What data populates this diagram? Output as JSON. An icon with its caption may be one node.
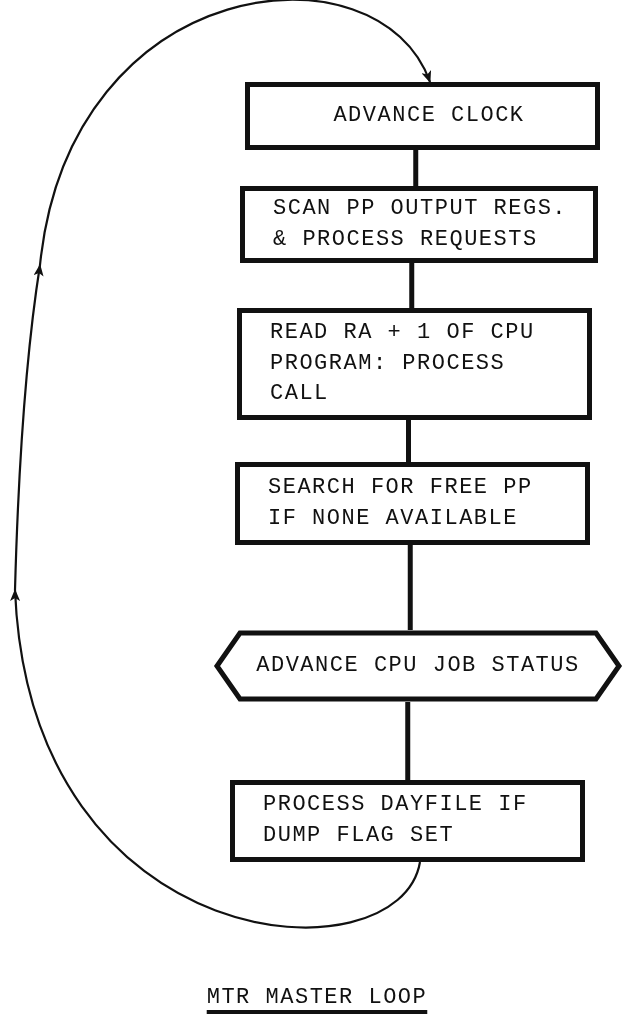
{
  "diagram": {
    "caption": "MTR MASTER LOOP",
    "nodes": [
      {
        "text": [
          "ADVANCE CLOCK"
        ]
      },
      {
        "text": [
          "SCAN PP OUTPUT REGS. & PROCESS REQUESTS"
        ]
      },
      {
        "text": [
          "READ RA + 1 OF CPU PROGRAM: PROCESS CALL"
        ]
      },
      {
        "text": [
          "SEARCH FOR FREE PP IF NONE AVAILABLE"
        ]
      },
      {
        "text": [
          "ADVANCE CPU JOB STATUS"
        ]
      },
      {
        "text": [
          "PROCESS DAYFILE IF DUMP FLAG SET"
        ]
      }
    ],
    "edges": [
      {
        "from": 0,
        "to": 1,
        "arrow": "none"
      },
      {
        "from": 1,
        "to": 2,
        "arrow": "none"
      },
      {
        "from": 2,
        "to": 3,
        "arrow": "none"
      },
      {
        "from": 3,
        "to": 4,
        "arrow": "none"
      },
      {
        "from": 4,
        "to": 5,
        "arrow": "none"
      },
      {
        "from": 5,
        "to": 0,
        "arrow": "to"
      }
    ]
  }
}
